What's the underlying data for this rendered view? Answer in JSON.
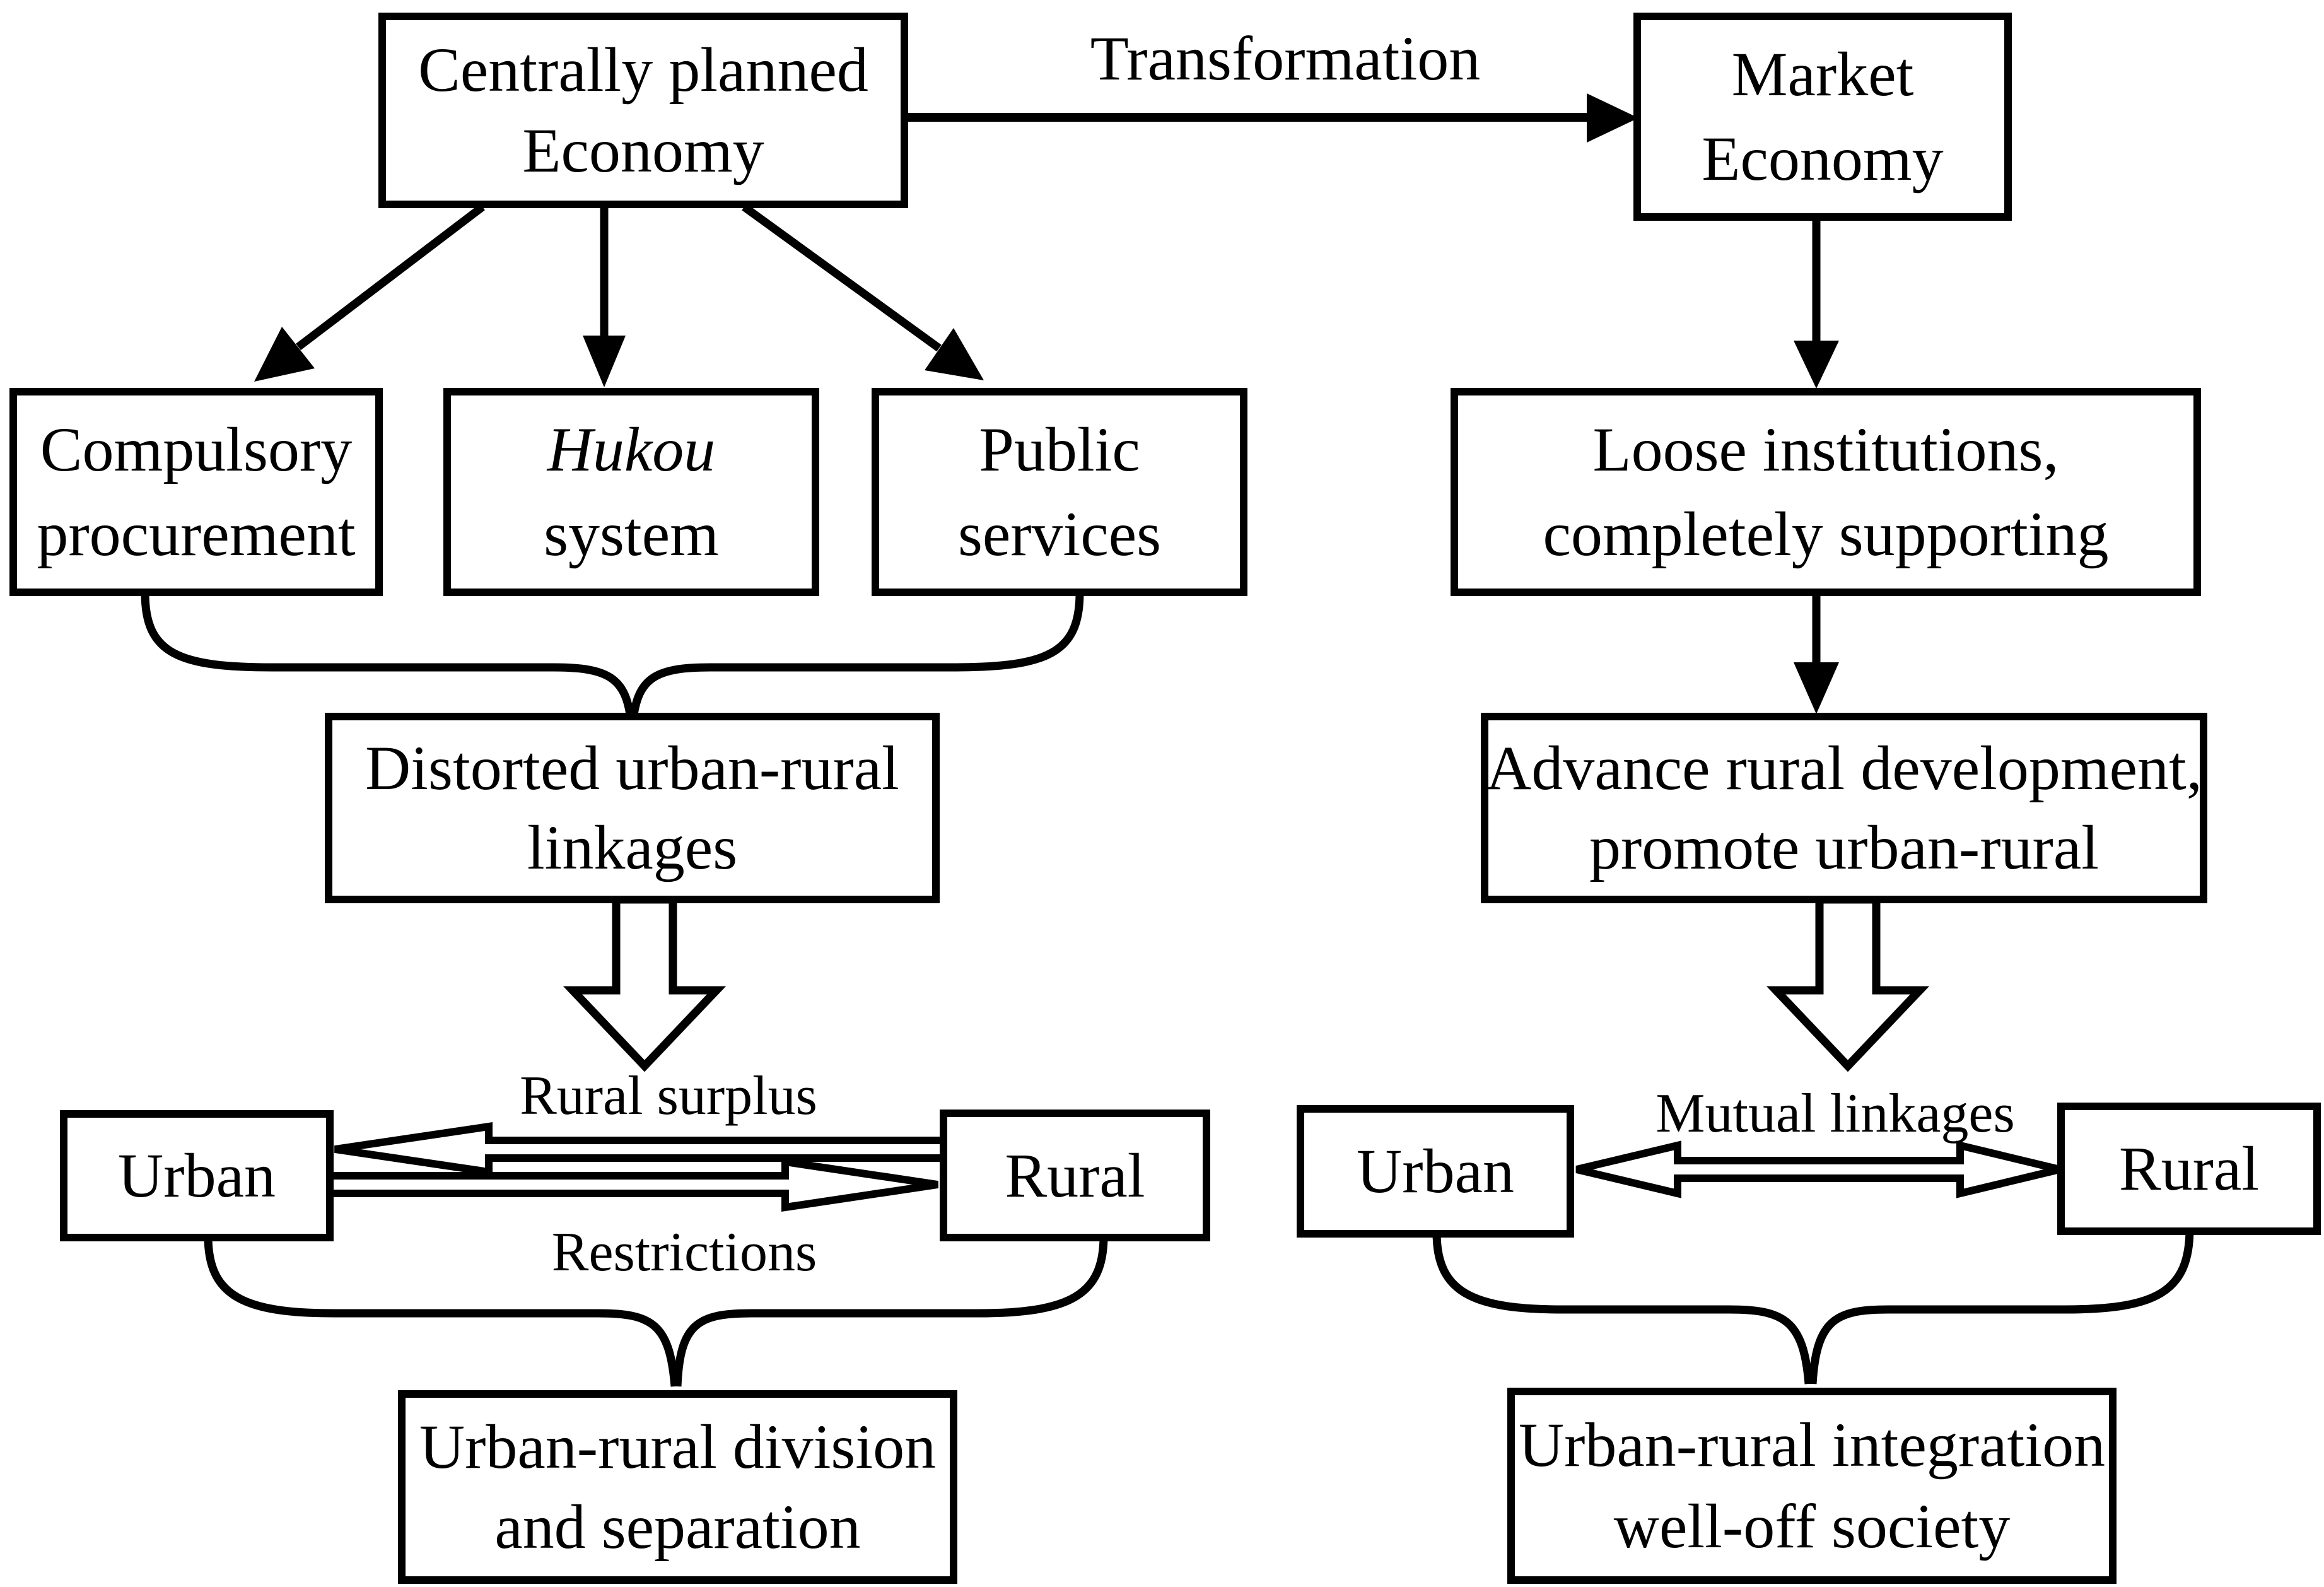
{
  "labels": {
    "transformation": "Transformation",
    "rural_surplus": "Rural surplus",
    "restrictions": "Restrictions",
    "mutual_linkages": "Mutual linkages"
  },
  "nodes": {
    "centrally_planned": {
      "line1": "Centrally planned",
      "line2": "Economy"
    },
    "market": {
      "line1": "Market",
      "line2": "Economy"
    },
    "compulsory_procurement": {
      "line1": "Compulsory",
      "line2": "procurement"
    },
    "hukou_system": {
      "line1": "Hukou",
      "line2": "system"
    },
    "public_services": {
      "line1": "Public",
      "line2": "services"
    },
    "loose_institutions": {
      "line1": "Loose institutions,",
      "line2": "completely supporting"
    },
    "distorted_linkages": {
      "line1": "Distorted urban-rural",
      "line2": "linkages"
    },
    "advance_rural": {
      "line1": "Advance rural development,",
      "line2": "promote urban-rural"
    },
    "urban_left": "Urban",
    "rural_left": "Rural",
    "urban_right": "Urban",
    "rural_right": "Rural",
    "division": {
      "line1": "Urban-rural division",
      "line2": "and separation"
    },
    "integration": {
      "line1": "Urban-rural integration",
      "line2": "well-off society"
    }
  },
  "colors": {
    "line": "#000000",
    "background": "#ffffff",
    "text": "#000000"
  }
}
